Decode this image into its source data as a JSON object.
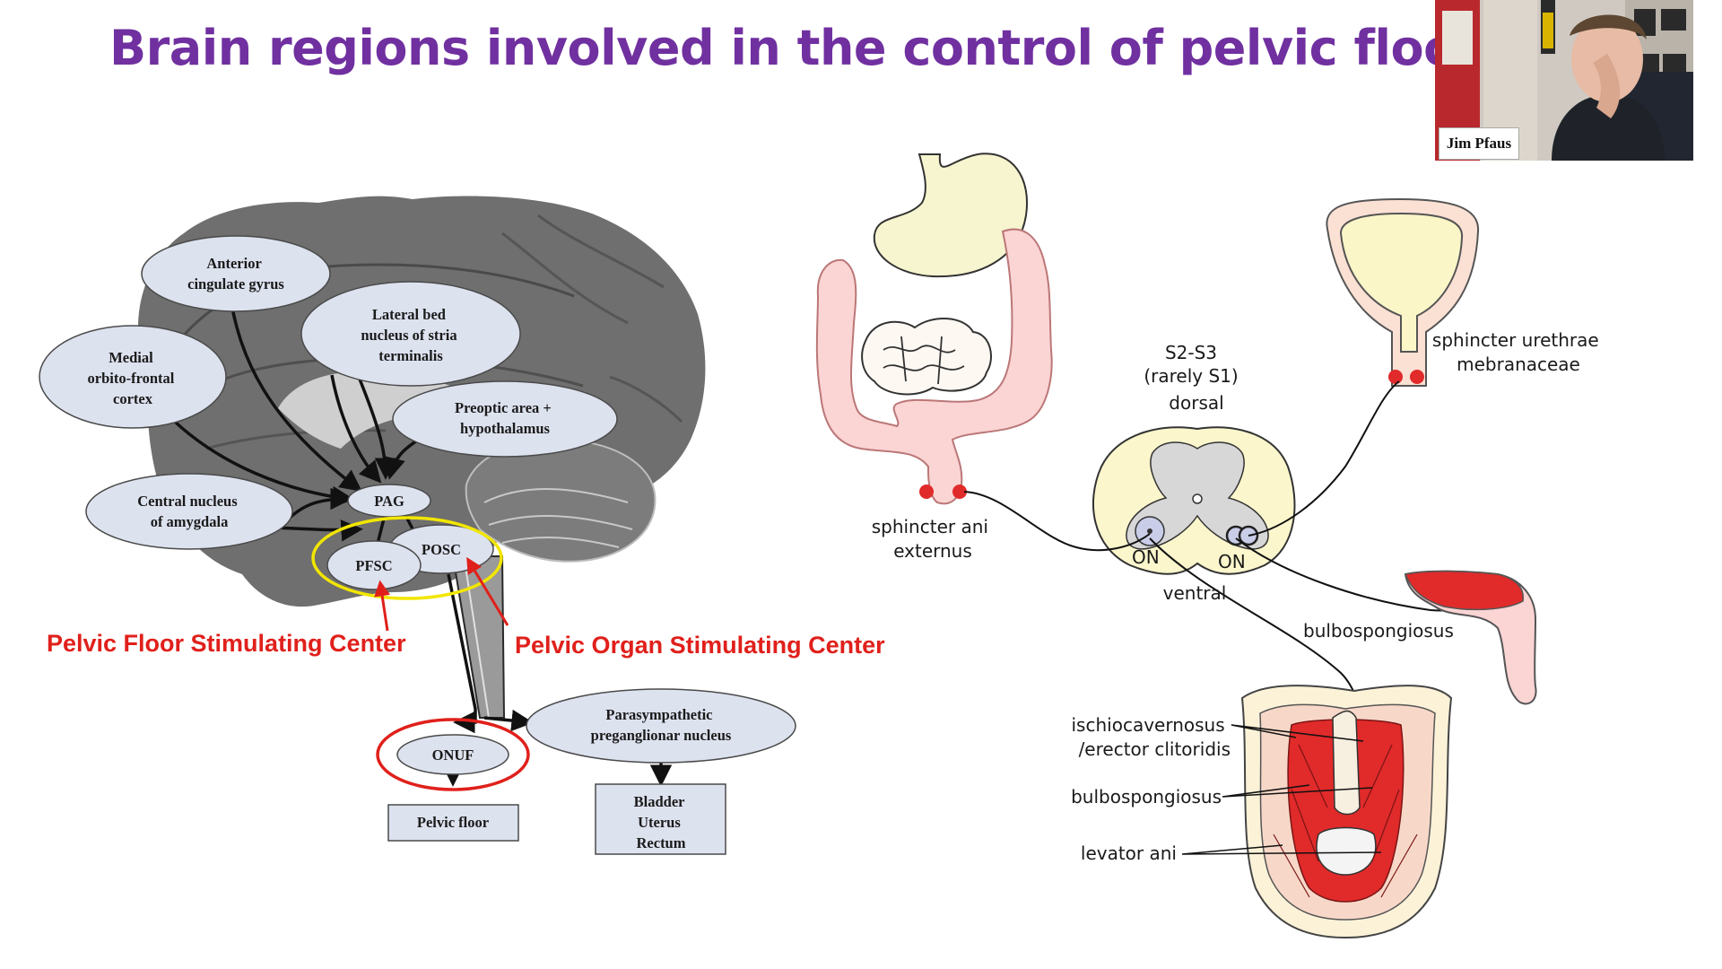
{
  "slide": {
    "title": "Brain regions involved in the control of pelvic floor m"
  },
  "participant": {
    "name": "Jim Pfaus"
  },
  "brain_diagram": {
    "nodes": {
      "acc": [
        "Anterior",
        "cingulate gyrus"
      ],
      "lbnst": [
        "Lateral bed",
        "nucleus of stria",
        "terminalis"
      ],
      "mofc": [
        "Medial",
        "orbito-frontal",
        "cortex"
      ],
      "poa": [
        "Preoptic area +",
        "hypothalamus"
      ],
      "cna": [
        "Central nucleus",
        "of amygdala"
      ],
      "pag": "PAG",
      "posc": "POSC",
      "pfsc": "PFSC",
      "parasym": [
        "Parasympathetic",
        "preganglionar nucleus"
      ],
      "onuf": "ONUF",
      "pelvic_floor": "Pelvic floor",
      "organs": [
        "Bladder",
        "Uterus",
        "Rectum"
      ]
    },
    "labels": {
      "pfsc_full": "Pelvic Floor Stimulating Center",
      "posc_full": "Pelvic Organ Stimulating Center"
    }
  },
  "anatomy_diagram": {
    "spinal_level": "S2-S3",
    "spinal_level_note": "(rarely S1)",
    "dorsal": "dorsal",
    "ventral": "ventral",
    "on_left": "ON",
    "on_right": "ON",
    "sphincter_ani": [
      "sphincter ani",
      "externus"
    ],
    "sphincter_urethrae": [
      "sphincter urethrae",
      "mebranaceae"
    ],
    "bulbospongiosus_top": "bulbospongiosus",
    "ischiocavernosus": [
      "ischiocavernosus",
      "/erector clitoridis"
    ],
    "bulbospongiosus": "bulbospongiosus",
    "levator_ani": "levator ani"
  },
  "colors": {
    "title": "#7030a0",
    "red_label": "#e0201b",
    "node_fill": "#dde2ef",
    "highlight_yellow": "#f2e600",
    "muscle_red": "#e12a2a"
  }
}
